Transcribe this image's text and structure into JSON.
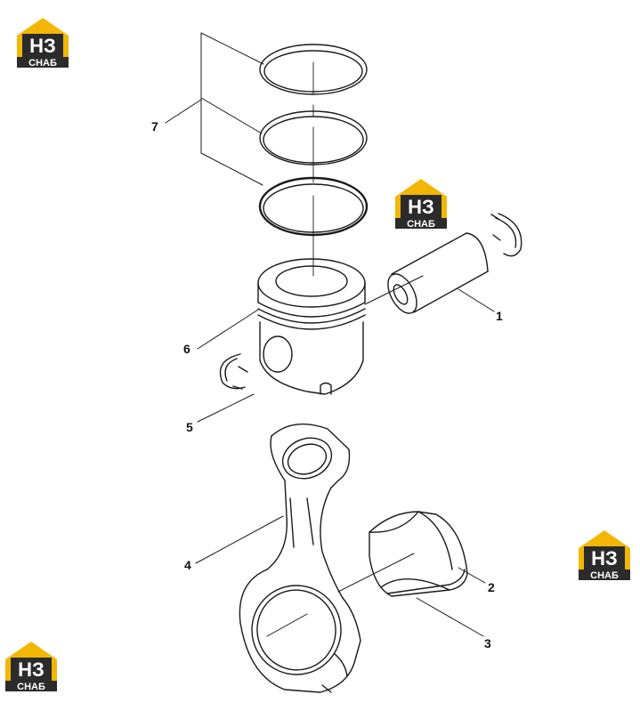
{
  "logo": {
    "mark": "НЗ",
    "caption": "СНАБ",
    "accent": "#f2b705",
    "dark": "#2b2b2b"
  },
  "callouts": {
    "c1": "1",
    "c2": "2",
    "c3": "3",
    "c4": "4",
    "c5": "5",
    "c6": "6",
    "c7": "7"
  },
  "parts": [
    {
      "callout": "1",
      "icon": "piston-pin-icon"
    },
    {
      "callout": "2",
      "icon": "bearing-shell-upper-icon"
    },
    {
      "callout": "3",
      "icon": "bearing-shell-lower-icon"
    },
    {
      "callout": "4",
      "icon": "connecting-rod-icon"
    },
    {
      "callout": "5",
      "icon": "retaining-ring-icon"
    },
    {
      "callout": "6",
      "icon": "piston-icon"
    },
    {
      "callout": "7",
      "icon": "piston-rings-icon"
    }
  ],
  "colors": {
    "line": "#1a1a1a",
    "background": "#ffffff"
  }
}
